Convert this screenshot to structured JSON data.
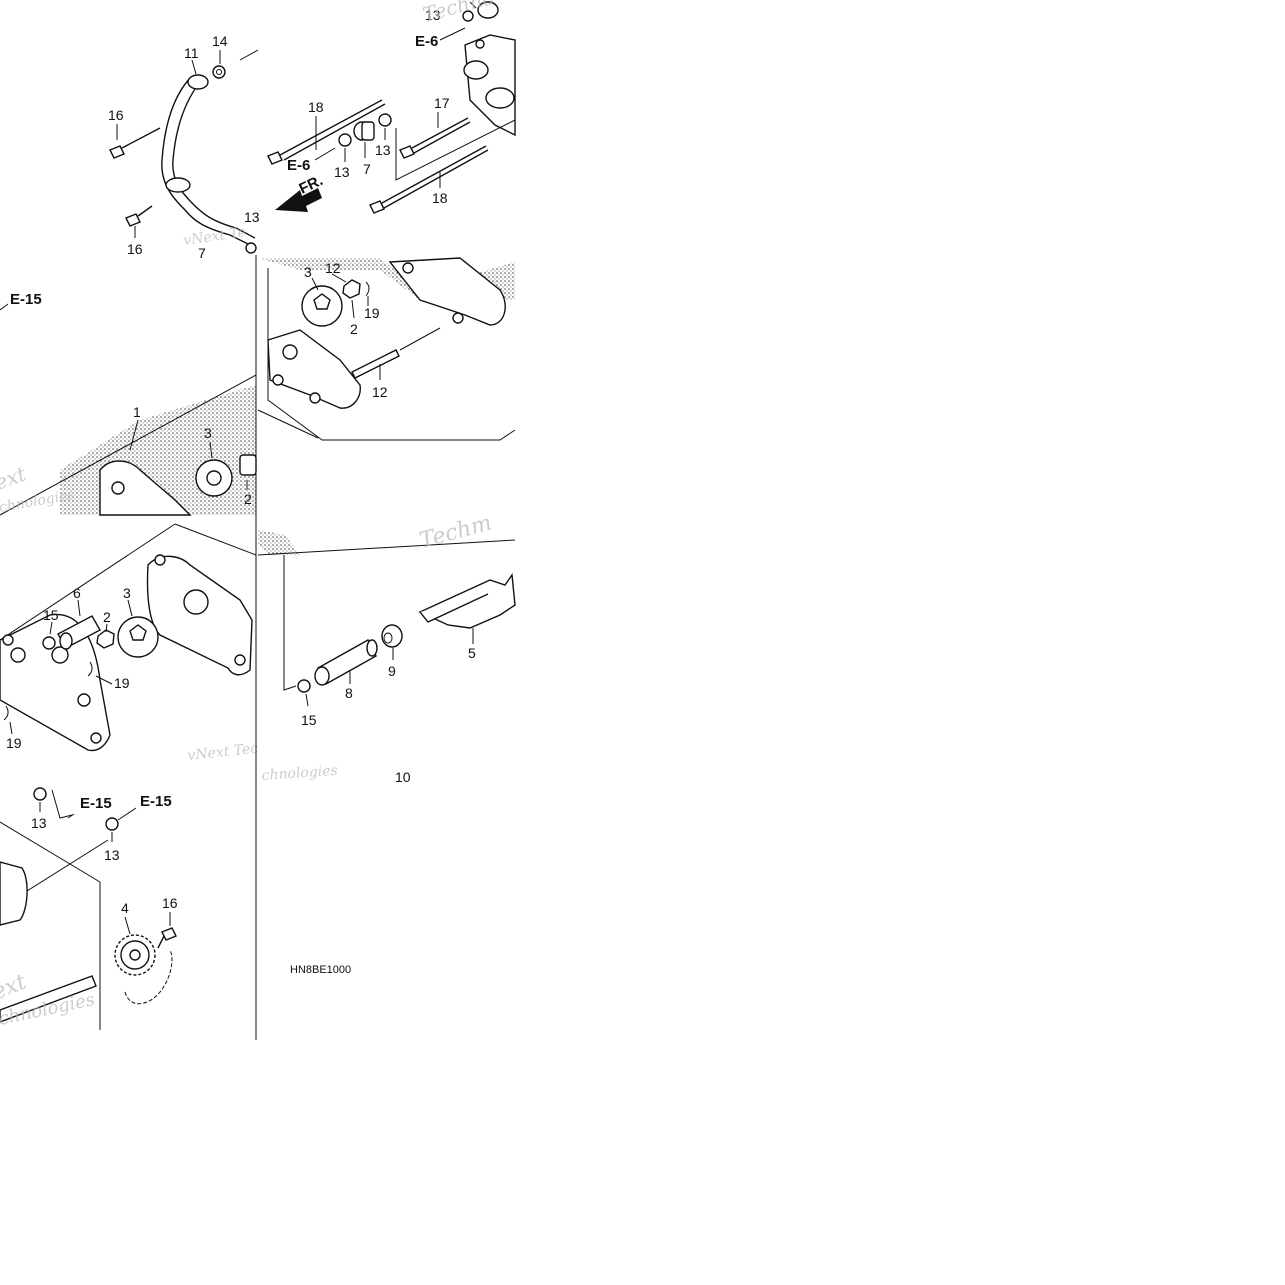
{
  "diagram_code": "HN8BE1000",
  "direction_label": "FR.",
  "references": {
    "e6_top": "E-6",
    "e6_left": "E-6",
    "e15_left": "E-15",
    "e15_bottom_a": "E-15",
    "e15_bottom_b": "E-15"
  },
  "watermarks": {
    "brand_a": "vNext Te",
    "brand_b": "Techno",
    "brand_c": "chnologies",
    "brand_d": "Techm",
    "brand_e": "vNext Tec",
    "brand_f": "chnologies",
    "brand_g": "ext",
    "brand_h": "chnologies"
  },
  "callouts": {
    "c11": "11",
    "c14": "14",
    "c16a": "16",
    "c16b": "16",
    "c13_partial": "13",
    "c7_partial": "7",
    "c13_top": "13",
    "c18a": "18",
    "c13b": "13",
    "c7b": "7",
    "c13c": "13",
    "c17": "17",
    "c18b": "18",
    "c3a": "3",
    "c12a": "12",
    "c19a": "19",
    "c2a": "2",
    "c12b": "12",
    "c1": "1",
    "c3b": "3",
    "c2b": "2",
    "c6": "6",
    "c15a": "15",
    "c2c": "2",
    "c3c": "3",
    "c19b": "19",
    "c19c": "19",
    "c5": "5",
    "c9": "9",
    "c8": "8",
    "c15b": "15",
    "c10": "10",
    "c13d": "13",
    "c13e": "13",
    "c4": "4",
    "c16c": "16"
  }
}
